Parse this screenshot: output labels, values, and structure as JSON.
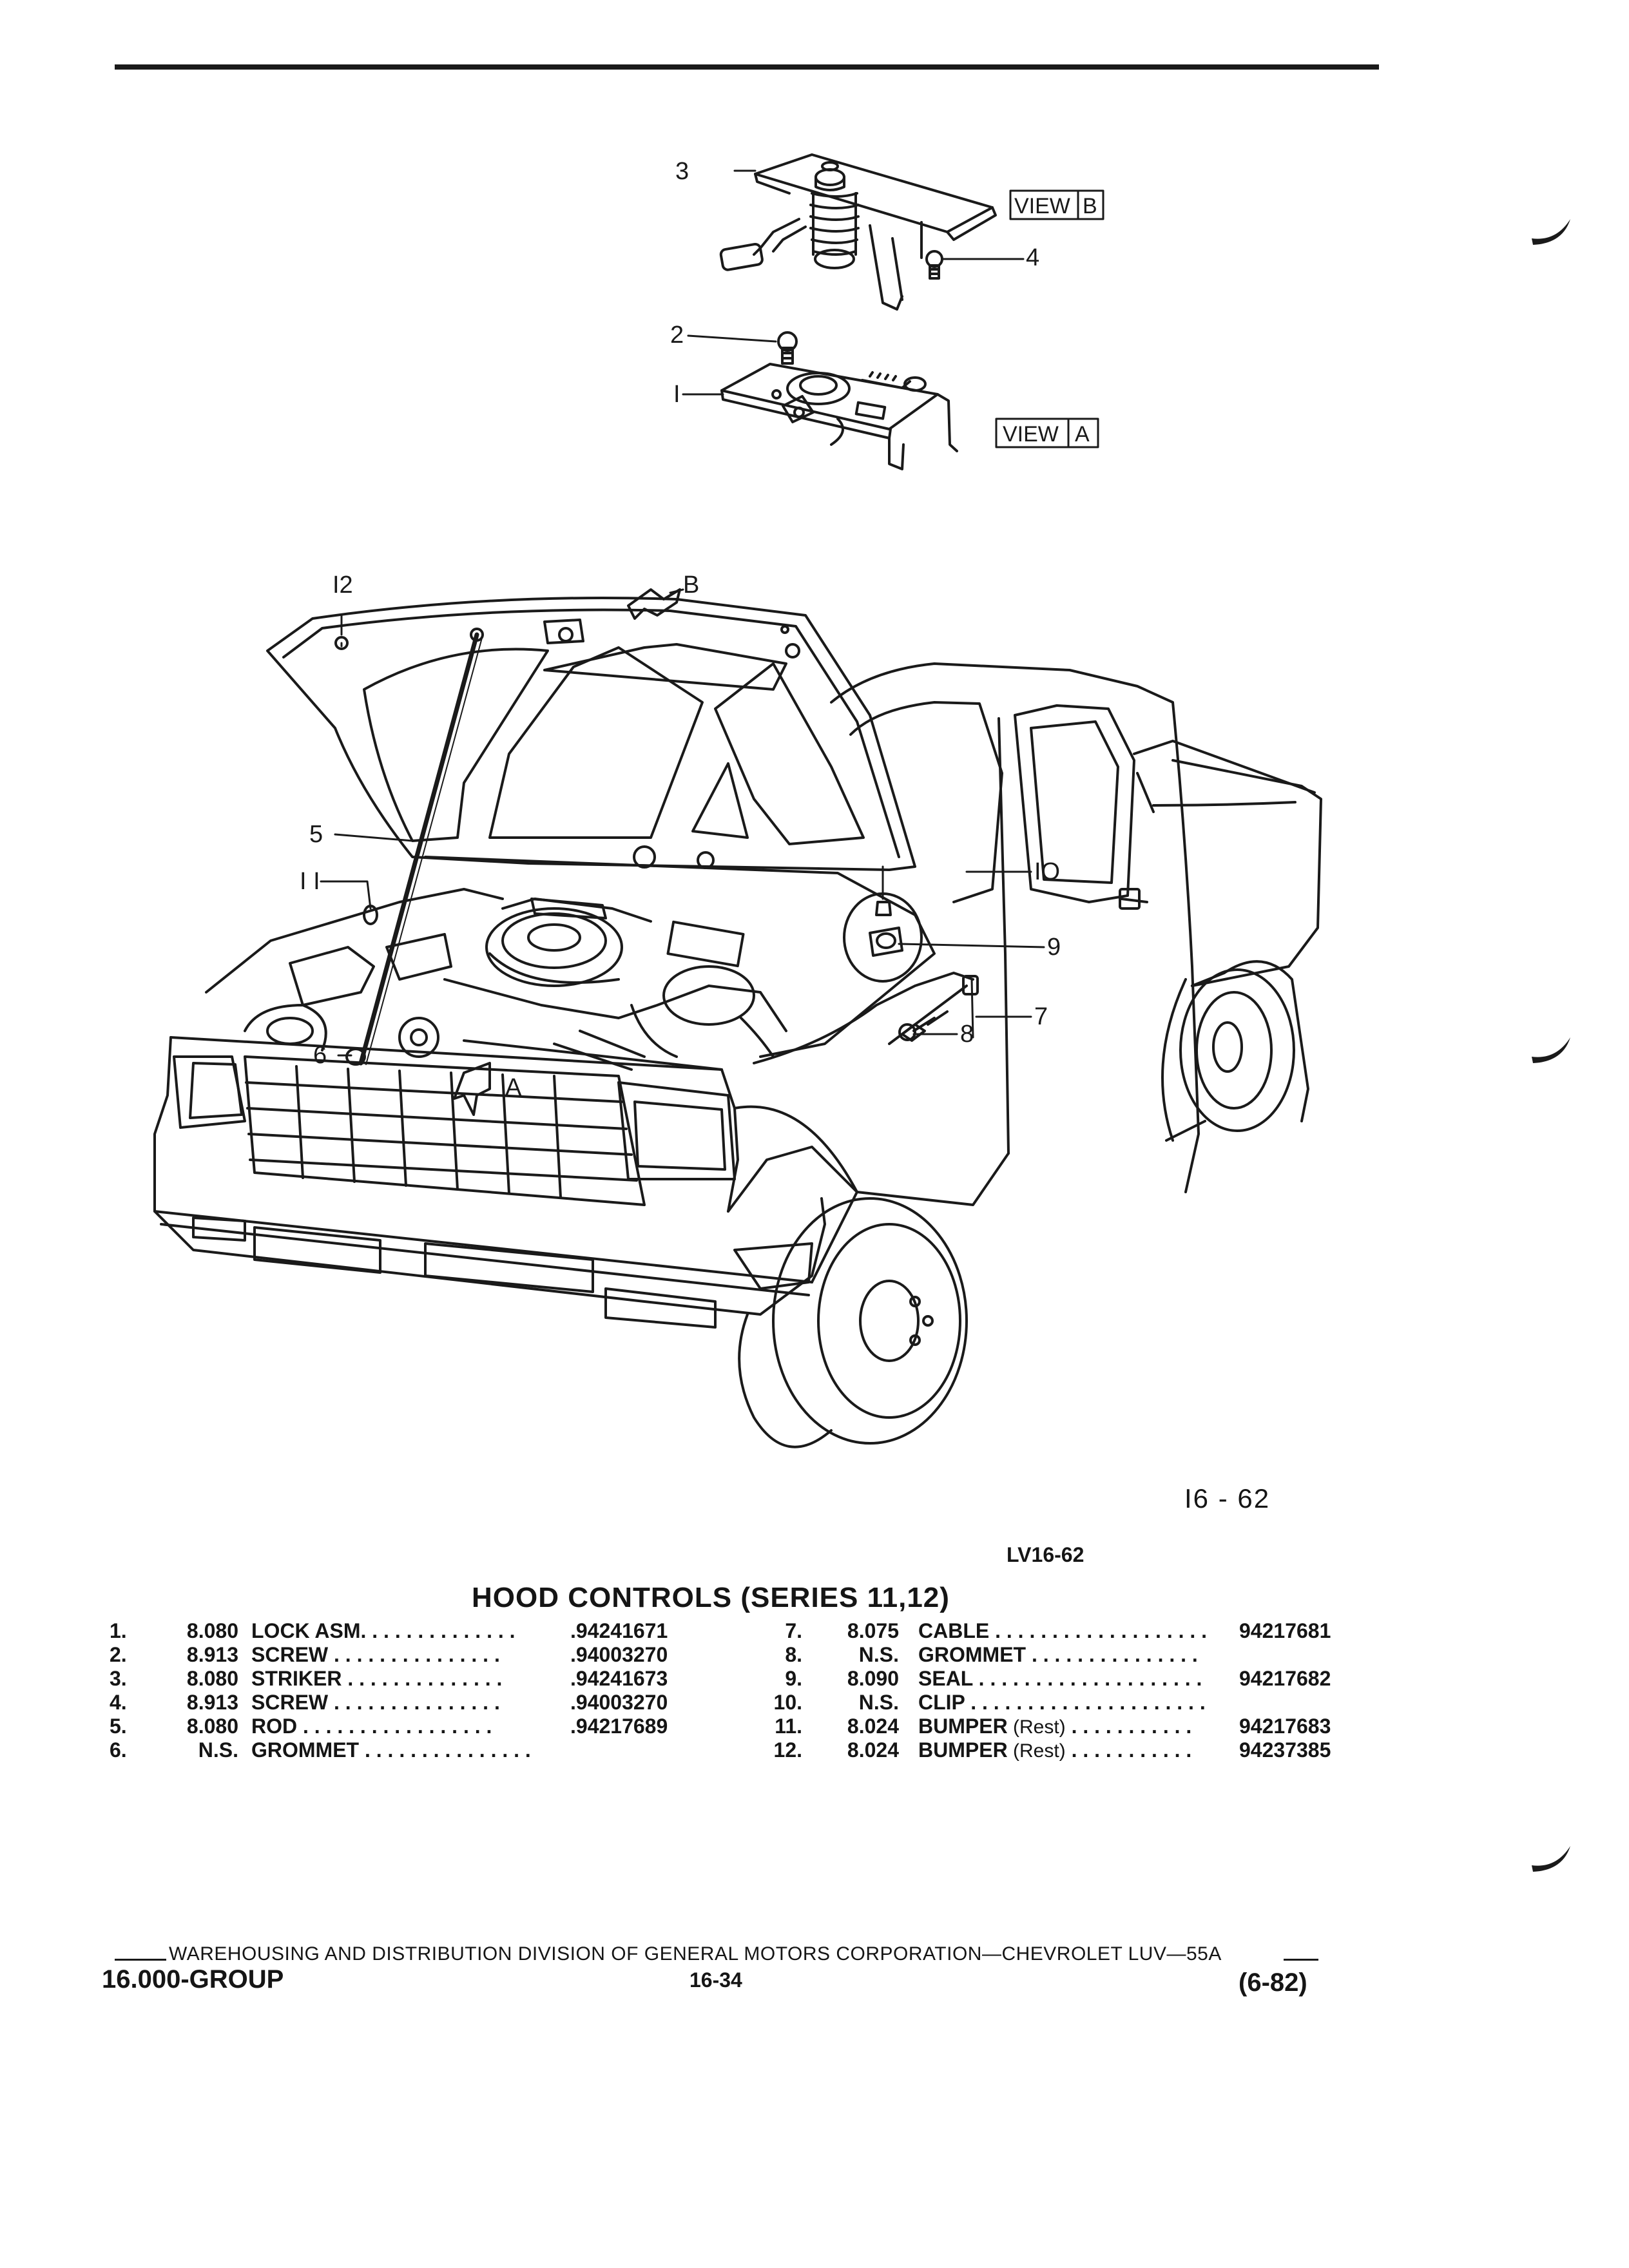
{
  "diagram": {
    "callouts": [
      "3",
      "4",
      "2",
      "I",
      "I2",
      "5",
      "I I",
      "6",
      "IO",
      "9",
      "7",
      "8"
    ],
    "view_labels": {
      "view_b": {
        "word": "VIEW",
        "letter": "B"
      },
      "view_a": {
        "word": "VIEW",
        "letter": "A"
      }
    },
    "arrow_letters": {
      "b": "B",
      "a": "A"
    }
  },
  "figure_number": "I6 - 62",
  "illustration_id": "LV16-62",
  "table": {
    "title": "HOOD CONTROLS (SERIES 11,12)",
    "left_column": [
      {
        "num": "1.",
        "group": "8.080",
        "desc": "LOCK ASM.",
        "rest": "",
        "dots": " . . . . . . . . . . . . .",
        "part": ".94241671"
      },
      {
        "num": "2.",
        "group": "8.913",
        "desc": "SCREW",
        "rest": "",
        "dots": " . . . . . . . . . . . . . . .",
        "part": ".94003270"
      },
      {
        "num": "3.",
        "group": "8.080",
        "desc": "STRIKER",
        "rest": "",
        "dots": " . . . . . . . . . . . . . .",
        "part": ".94241673"
      },
      {
        "num": "4.",
        "group": "8.913",
        "desc": "SCREW",
        "rest": "",
        "dots": " . . . . . . . . . . . . . . .",
        "part": ".94003270"
      },
      {
        "num": "5.",
        "group": "8.080",
        "desc": "ROD",
        "rest": "",
        "dots": " . . . . . . . . . . . . . . . . .",
        "part": ".94217689"
      },
      {
        "num": "6.",
        "group": "N.S.",
        "desc": "GROMMET",
        "rest": "",
        "dots": " . . . . . . . . . . . . . . .",
        "part": ""
      }
    ],
    "right_column": [
      {
        "num": "7.",
        "group": "8.075",
        "desc": "CABLE",
        "rest": "",
        "dots": " . . . . . . . . . . . . . . . . . . .",
        "part": "94217681"
      },
      {
        "num": "8.",
        "group": "N.S.",
        "desc": "GROMMET",
        "rest": "",
        "dots": " . . . . . . . . . . . . . . .",
        "part": ""
      },
      {
        "num": "9.",
        "group": "8.090",
        "desc": "SEAL",
        "rest": "",
        "dots": " . . . . . . . . . . . . . . . . . . . .",
        "part": "94217682"
      },
      {
        "num": "10.",
        "group": "N.S.",
        "desc": "CLIP",
        "rest": "",
        "dots": " . . . . . . . . . . . . . . . . . . . . .",
        "part": ""
      },
      {
        "num": "11.",
        "group": "8.024",
        "desc": "BUMPER",
        "rest": " (Rest)",
        "dots": " . . . . . . . . . . .",
        "part": "94217683"
      },
      {
        "num": "12.",
        "group": "8.024",
        "desc": "BUMPER",
        "rest": " (Rest)",
        "dots": " . . . . . . . . . . .",
        "part": "94237385"
      }
    ]
  },
  "footer": {
    "line": "WAREHOUSING AND DISTRIBUTION  DIVISION OF GENERAL MOTORS CORPORATION—CHEVROLET LUV—55A",
    "group": "16.000-GROUP",
    "page": "16-34",
    "date": "(6-82)"
  }
}
